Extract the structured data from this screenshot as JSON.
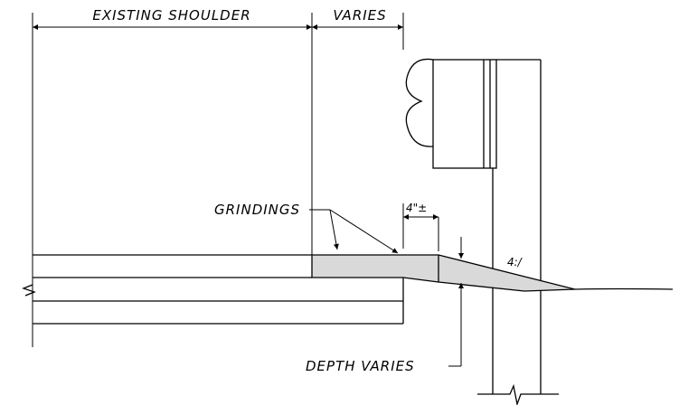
{
  "labels": {
    "existing_shoulder": "EXISTING SHOULDER",
    "varies": "VARIES",
    "grindings": "GRINDINGS",
    "four_inch": "4\"±",
    "slope": "4:/",
    "depth_varies": "DEPTH VARIES"
  },
  "colors": {
    "line": "#000000",
    "grindings_fill": "#d9d9d9",
    "background": "#ffffff"
  }
}
